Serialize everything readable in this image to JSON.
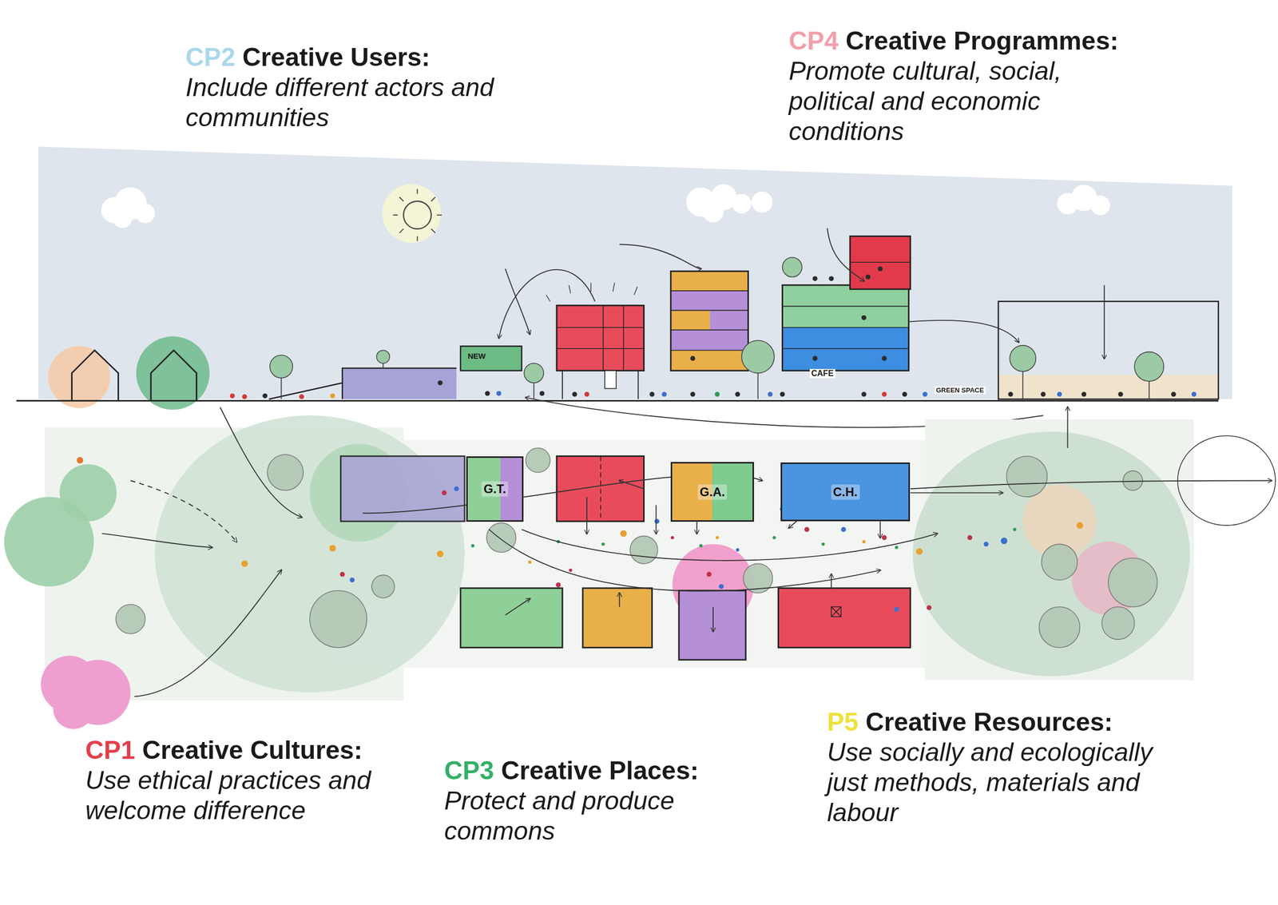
{
  "diagram": {
    "nodes": [
      {
        "text": [
          "G.T."
        ]
      },
      {
        "text": [
          "G.A."
        ]
      },
      {
        "text": [
          "C.H."
        ]
      }
    ],
    "labels": [
      "CP2",
      "Creative Users:",
      "Include different actors and communities",
      "CP4",
      "Creative Programmes:",
      "Promote cultural, social, political and economic conditions",
      "NEW",
      "CAFE",
      "GREEN SPACE",
      "CP1",
      "Creative Cultures:",
      "Use ethical practices and welcome difference",
      "CP3",
      "Creative Places:",
      "Protect and produce commons",
      "P5",
      "Creative Resources:",
      "Use socially and ecologically just methods, materials and labour"
    ]
  }
}
